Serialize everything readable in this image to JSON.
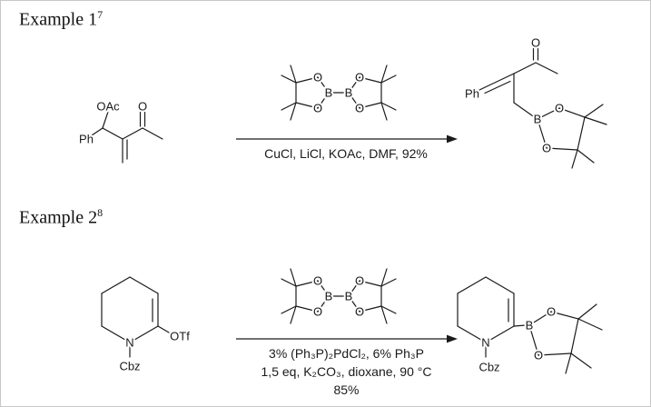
{
  "page": {
    "background": "#ffffff",
    "ink": "#1a1a1a",
    "border": "#c8c8c8"
  },
  "atoms": {
    "B": "B",
    "O": "O",
    "N": "N",
    "Ph": "Ph",
    "OAc": "OAc",
    "OTf": "OTf",
    "Cbz": "Cbz"
  },
  "example1": {
    "heading": "Example 1",
    "reference": "7",
    "conditions": "CuCl, LiCl, KOAc, DMF, 92%"
  },
  "example2": {
    "heading": "Example 2",
    "reference": "8",
    "conditions_line1": "3% (Ph₃P)₂PdCl₂, 6% Ph₃P",
    "conditions_line2": "1,5 eq, K₂CO₃, dioxane, 90 °C",
    "conditions_line3": "85%"
  }
}
